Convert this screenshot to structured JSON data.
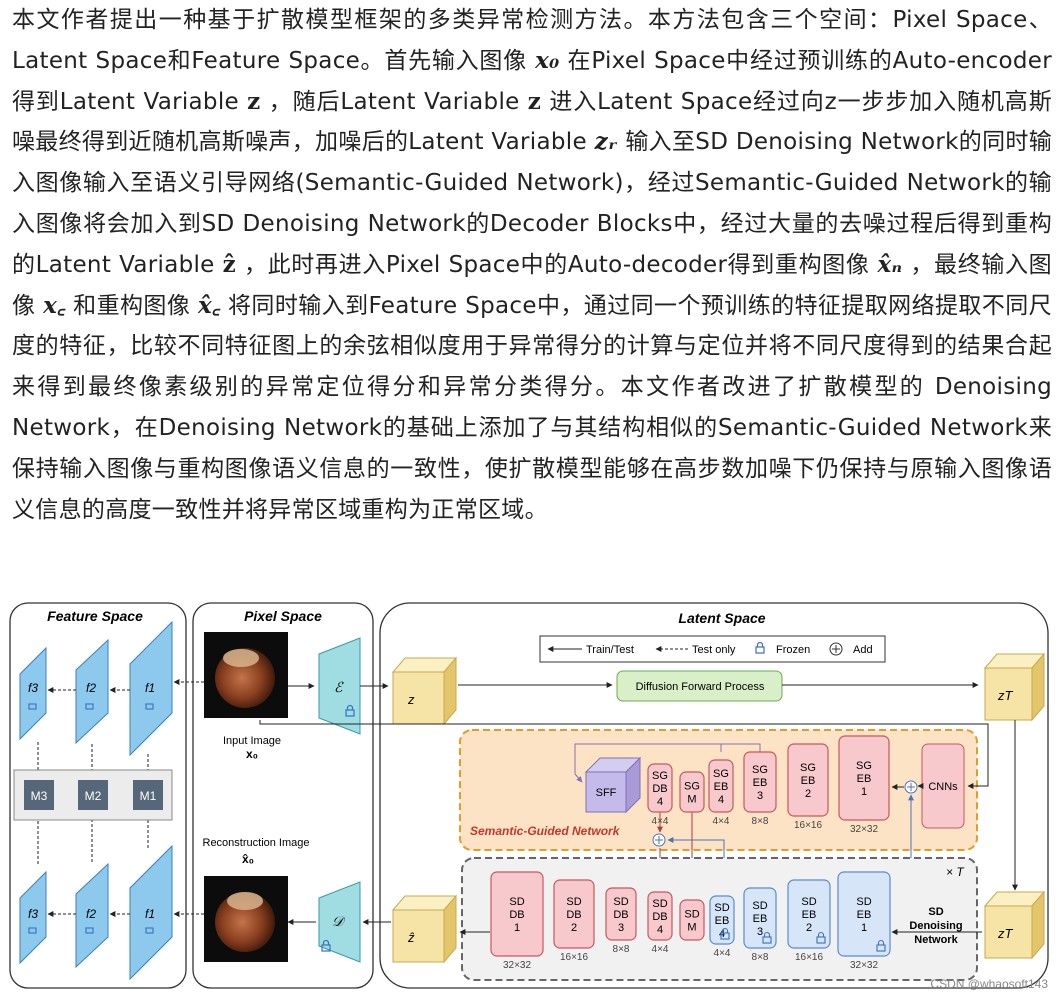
{
  "paragraph": {
    "s1": "本文作者提出一种基于扩散模型框架的多类异常检测方法。本方法包含三个空间：Pixel Space、 Latent Space和Feature Space。首先输入图像 ",
    "v_x0": "x₀",
    "s2": " 在Pixel Space中经过预训练的Auto-encoder 得到Latent Variable ",
    "v_z1": "z",
    "s3": " ，随后Latent Variable ",
    "v_z2": "z",
    "s4": " 进入Latent Space经过向z一步步加入随机高斯噪最终得到近随机高斯噪声，加噪后的Latent Variable ",
    "v_zr": "zᵣ",
    "s5": " 输入至SD Denoising Network的同时输入图像输入至语义引导网络(Semantic-Guided Network)，经过Semantic-Guided Network的输入图像将会加入到SD Denoising Network的Decoder Blocks中，经过大量的去噪过程后得到重构的Latent Variable ",
    "v_zhat": "ẑ",
    "s6": " ，此时再进入Pixel Space中的Auto-decoder得到重构图像 ",
    "v_xn": "x̂ₙ",
    "s7": " ，最终输入图像 ",
    "v_xc": "x꜀",
    "s8": " 和重构图像 ",
    "v_xchat": "x̂꜀",
    "s9": " 将同时输入到Feature Space中，通过同一个预训练的特征提取网络提取不同尺度的特征，比较不同特征图上的余弦相似度用于异常得分的计算与定位并将不同尺度得到的结果合起来得到最终像素级别的异常定位得分和异常分类得分。本文作者改进了扩散模型的 Denoising Network，在Denoising Network的基础上添加了与其结构相似的Semantic-Guided Network来保持输入图像与重构图像语义信息的一致性，使扩散模型能够在高步数加噪下仍保持与原输入图像语义信息的高度一致性并将异常区域重构为正常区域。"
  },
  "figure": {
    "feature_space_title": "Feature Space",
    "pixel_space_title": "Pixel Space",
    "latent_space_title": "Latent Space",
    "legend": {
      "train_test": "Train/Test",
      "test_only": "Test only",
      "frozen": "Frozen",
      "add": "Add"
    },
    "diffusion_label": "Diffusion Forward Process",
    "input_image_label": "Input Image",
    "input_image_var": "x₀",
    "recon_image_label": "Reconstruction Image",
    "recon_image_var": "x̂₀",
    "encoder": "ℰ",
    "decoder": "𝒟",
    "z": "z",
    "zT": "zT",
    "zhat": "ẑ",
    "f_top": [
      "f3",
      "f2",
      "f1"
    ],
    "f_bot": [
      "f3",
      "f2",
      "f1"
    ],
    "m_labels": [
      "M3",
      "M2",
      "M1"
    ],
    "sgn_title": "Semantic-Guided Network",
    "sff": "SFF",
    "cnns": "CNNs",
    "times_T": "× T",
    "sd_net_label": [
      "SD",
      "Denoising",
      "Network"
    ],
    "sg_blocks": [
      {
        "l": [
          "SG",
          "DB",
          "4"
        ],
        "s": "4×4"
      },
      {
        "l": [
          "SG",
          "M"
        ],
        "s": ""
      },
      {
        "l": [
          "SG",
          "EB",
          "4"
        ],
        "s": "4×4"
      },
      {
        "l": [
          "SG",
          "EB",
          "3"
        ],
        "s": "8×8"
      },
      {
        "l": [
          "SG",
          "EB",
          "2"
        ],
        "s": "16×16"
      },
      {
        "l": [
          "SG",
          "EB",
          "1"
        ],
        "s": "32×32"
      }
    ],
    "sd_blocks": [
      {
        "l": [
          "SD",
          "DB",
          "1"
        ],
        "s": "32×32"
      },
      {
        "l": [
          "SD",
          "DB",
          "2"
        ],
        "s": "16×16"
      },
      {
        "l": [
          "SD",
          "DB",
          "3"
        ],
        "s": "8×8"
      },
      {
        "l": [
          "SD",
          "DB",
          "4"
        ],
        "s": "4×4"
      },
      {
        "l": [
          "SD",
          "M"
        ],
        "s": ""
      },
      {
        "l": [
          "SD",
          "EB",
          "4"
        ],
        "s": "4×4"
      },
      {
        "l": [
          "SD",
          "EB",
          "3"
        ],
        "s": "8×8"
      },
      {
        "l": [
          "SD",
          "EB",
          "2"
        ],
        "s": "16×16"
      },
      {
        "l": [
          "SD",
          "EB",
          "1"
        ],
        "s": "32×32"
      }
    ],
    "watermark": "CSDN @whaosoft143"
  },
  "colors": {
    "pink_fill": "#f7c9cc",
    "pink_stroke": "#c9565f",
    "blue_fill": "#d6e5f7",
    "blue_stroke": "#5b8ccb",
    "teal_fill": "#9fdde3",
    "yellow_fill": "#f6e4a6",
    "orange_panel": "#fde3c6",
    "orange_border": "#e39b2a",
    "green_fill": "#d8efc8",
    "gray_block": "#56677a"
  }
}
